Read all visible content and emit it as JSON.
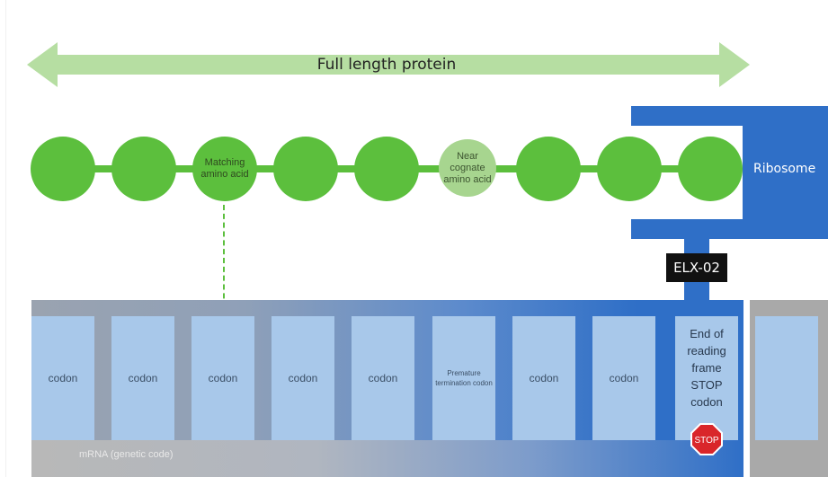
{
  "arrow": {
    "label": "Full length protein"
  },
  "chain": [
    {
      "label": ""
    },
    {
      "label": ""
    },
    {
      "label": "Matching amino acid"
    },
    {
      "label": ""
    },
    {
      "label": ""
    },
    {
      "label": "Near cognate amino acid"
    },
    {
      "label": ""
    },
    {
      "label": ""
    },
    {
      "label": ""
    }
  ],
  "ribosome": {
    "label": "Ribosome"
  },
  "drug": {
    "label": "ELX-02"
  },
  "codons": [
    {
      "label": "codon"
    },
    {
      "label": "codon"
    },
    {
      "label": "codon"
    },
    {
      "label": "codon"
    },
    {
      "label": "codon"
    },
    {
      "label": "Premature termination codon"
    },
    {
      "label": "codon"
    },
    {
      "label": "codon"
    },
    {
      "label": "End of reading frame STOP codon"
    }
  ],
  "mrna": {
    "label": "mRNA (genetic code)"
  },
  "stop_sign": {
    "label": "STOP"
  },
  "colors": {
    "green": "#5cbf3d",
    "light_green": "#a7d58f",
    "blue": "#2f6fc7",
    "codon": "#a8c8ea",
    "stop_red": "#d9262a"
  }
}
